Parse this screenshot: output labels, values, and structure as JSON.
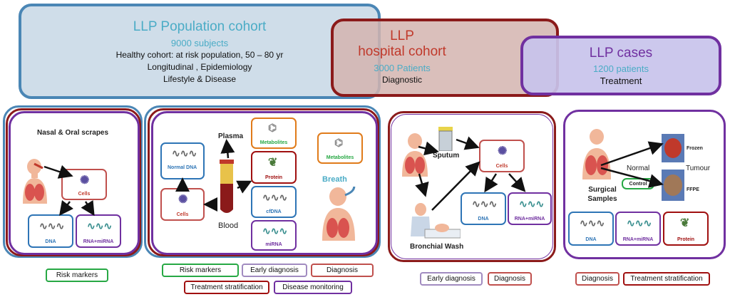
{
  "cohorts": {
    "population": {
      "title": "LLP Population cohort",
      "subjects": "9000 subjects",
      "line1": "Healthy cohort: at risk population,  50 – 80 yr",
      "line2": "Longitudinal , Epidemiology",
      "line3": "Lifestyle & Disease"
    },
    "hospital": {
      "title1": "LLP",
      "title2": "hospital cohort",
      "patients": "3000 Patients",
      "purpose": "Diagnostic"
    },
    "cases": {
      "title": "LLP cases",
      "patients": "1200 patients",
      "purpose": "Treatment"
    }
  },
  "panel_nasal": {
    "title": "Nasal & Oral scrapes",
    "cells": "Cells",
    "dna": "DNA",
    "rna": "RNA+miRNA"
  },
  "panel_blood": {
    "plasma": "Plasma",
    "metabolites": "Metabolites",
    "protein": "Protein",
    "cfdna": "cfDNA",
    "mirna": "miRNA",
    "normal_dna": "Normal DNA",
    "cells": "Cells",
    "blood": "Blood",
    "breath_metabolites": "Metabolites",
    "breath": "Breath"
  },
  "panel_bronch": {
    "sputum": "Sputum",
    "cells": "Cells",
    "dna": "DNA",
    "rna": "RNA+miRNA",
    "bronchial_wash": "Bronchial Wash"
  },
  "panel_surgical": {
    "surgical_samples": "Surgical Samples",
    "normal": "Normal",
    "tumour": "Tumour",
    "frozen": "Frozen",
    "ffpe": "FFPE",
    "control": "Control",
    "dna": "DNA",
    "rna": "RNA+miRNA",
    "protein": "Protein"
  },
  "tags": {
    "risk1": "Risk markers",
    "risk2": "Risk markers",
    "early1": "Early diagnosis",
    "diag1": "Diagnosis",
    "treat1": "Treatment stratification",
    "monitor": "Disease monitoring",
    "early2": "Early diagnosis",
    "diag2": "Diagnosis",
    "diag3": "Diagnosis",
    "treat2": "Treatment stratification"
  },
  "colors": {
    "population_fill": "#cfdde9",
    "population_border": "#4a86b5",
    "hospital_fill": "#dcc4c0",
    "hospital_border": "#8b1a1a",
    "cases_fill": "#cdc9ea",
    "cases_border": "#7030a0",
    "title_blue": "#4bacc6"
  }
}
